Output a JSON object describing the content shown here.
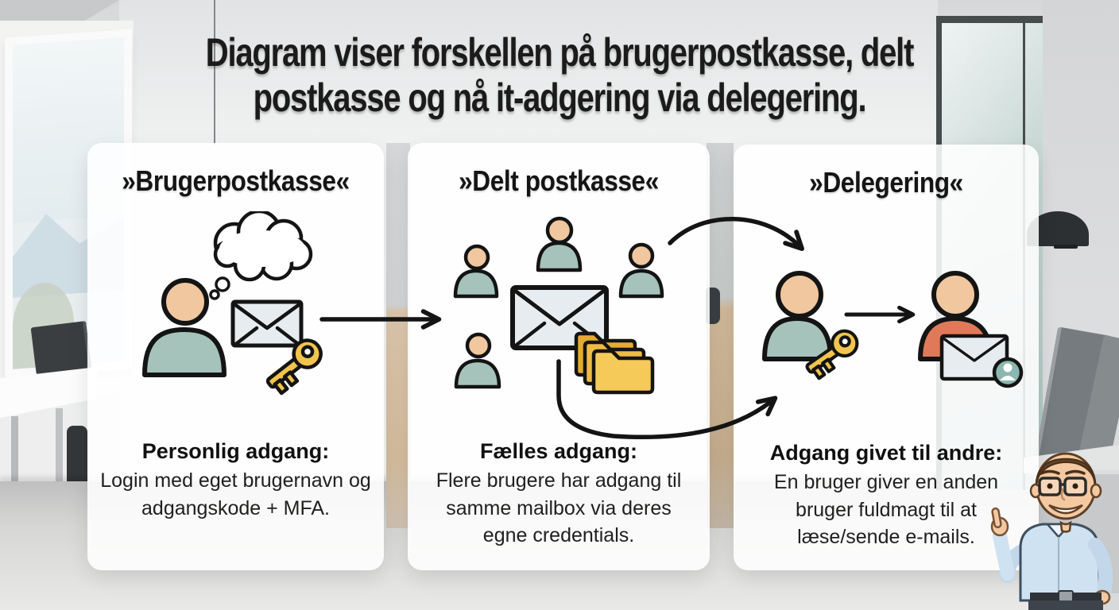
{
  "title": {
    "line1": "Diagram viser forskellen på brugerpostkasse, delt",
    "line2": "postkasse og nå it-adgering via delegering."
  },
  "cards": [
    {
      "id": "brugerpostkasse",
      "header": "»Brugerpostkasse«",
      "lead": "Personlig adgang:",
      "body": "Login med eget brugernavn og adgangskode + MFA.",
      "icons": [
        "person-icon",
        "thought-bubble-icon",
        "envelope-icon",
        "key-icon"
      ]
    },
    {
      "id": "delt-postkasse",
      "header": "»Delt postkasse«",
      "lead": "Fælles adgang:",
      "body": "Flere brugere har adgang til samme mailbox via deres egne credentials.",
      "icons": [
        "person-icon",
        "person-icon",
        "person-icon",
        "person-icon",
        "envelope-icon",
        "folder-stack-icon"
      ]
    },
    {
      "id": "delegering",
      "header": "»Delegering«",
      "lead": "Adgang givet til andre:",
      "body": "En bruger giver en anden bruger fuldmagt til at læse/sende e-mails.",
      "icons": [
        "person-icon",
        "key-icon",
        "arrow-right-icon",
        "person-icon",
        "envelope-user-icon"
      ]
    }
  ],
  "figures": {
    "presenter": "presenter-character"
  },
  "colors": {
    "outline": "#141414",
    "head": "#f1c79f",
    "teal": "#a6c3bb",
    "salmon": "#df795a",
    "key": "#f2c44d",
    "envelope": "#e6ecef",
    "badge": "#8ab7b0",
    "card_bg": "rgba(255,255,255,0.87)"
  }
}
